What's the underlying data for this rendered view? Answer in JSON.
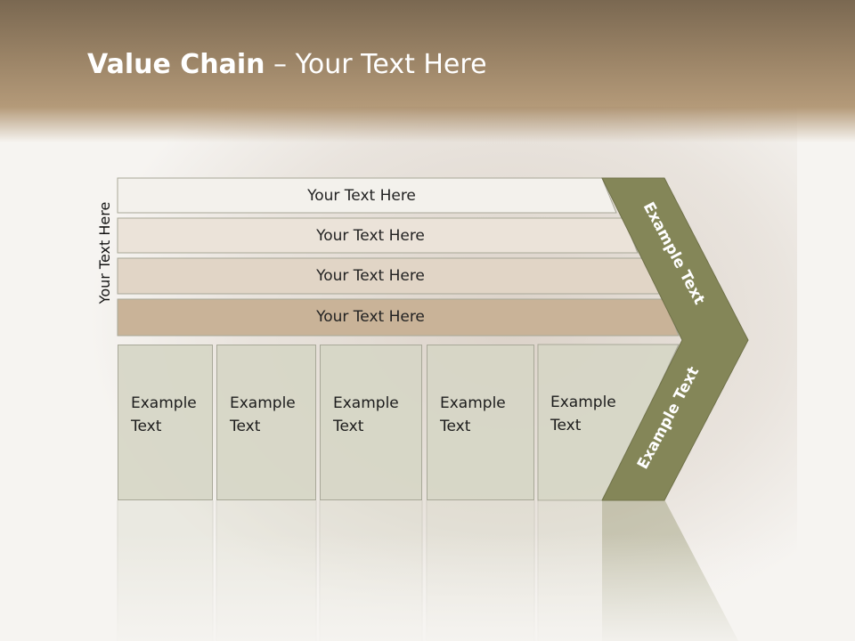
{
  "slide": {
    "title_bold": "Value Chain",
    "title_rest": " – Your Text Here",
    "side_label": "Your Text Here",
    "rows": [
      "Your Text Here",
      "Your Text Here",
      "Your Text Here",
      "Your Text Here"
    ],
    "boxes": [
      "Example Text",
      "Example Text",
      "Example Text",
      "Example Text",
      "Example Text"
    ],
    "arrow_top": "Example Text",
    "arrow_bottom": "Example Text"
  }
}
